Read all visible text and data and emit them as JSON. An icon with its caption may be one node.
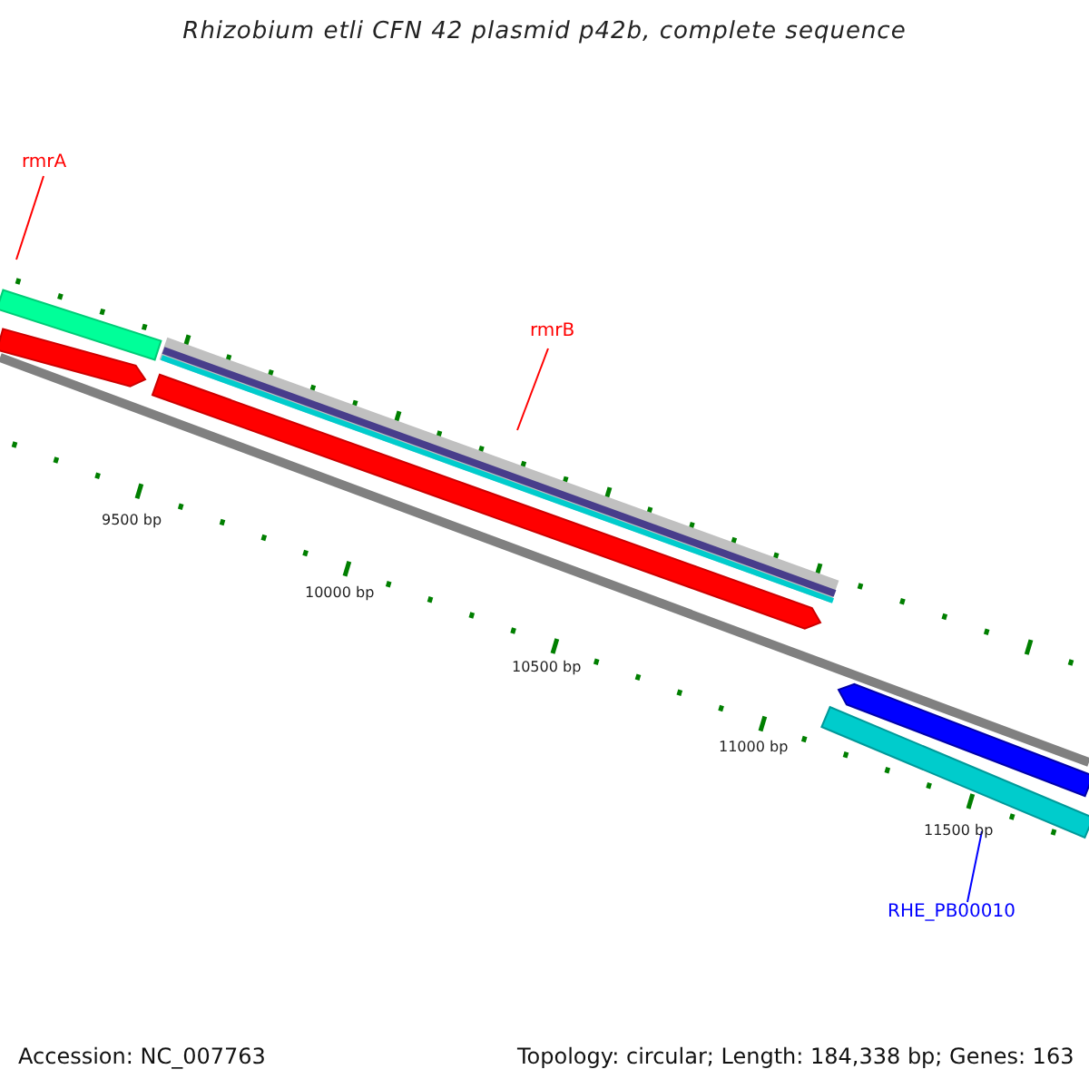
{
  "diagram": {
    "title": "Rhizobium etli CFN 42 plasmid p42b, complete sequence",
    "nodes": [
      {
        "text": [
          "rmrA"
        ]
      },
      {
        "text": [],
        "shape": "bar"
      },
      {
        "text": [
          "rmrB"
        ]
      },
      {
        "text": [],
        "shape": "bar"
      },
      {
        "text": [
          "RHE_PB00010"
        ]
      },
      {
        "text": [],
        "shape": "bar"
      }
    ],
    "edges": [
      {
        "from": 0,
        "to": 1,
        "arrow": "none",
        "color": "#ff0000"
      },
      {
        "from": 2,
        "to": 3,
        "arrow": "none",
        "color": "#ff0000"
      },
      {
        "from": 4,
        "to": 5,
        "arrow": "none",
        "color": "#0000ff"
      }
    ],
    "labels": [
      "9500 bp",
      "10000 bp",
      "10500 bp",
      "11000 bp",
      "11500 bp",
      "Accession: NC_007763",
      "Topology: circular; Length: 184,338 bp; Genes: 163"
    ]
  }
}
